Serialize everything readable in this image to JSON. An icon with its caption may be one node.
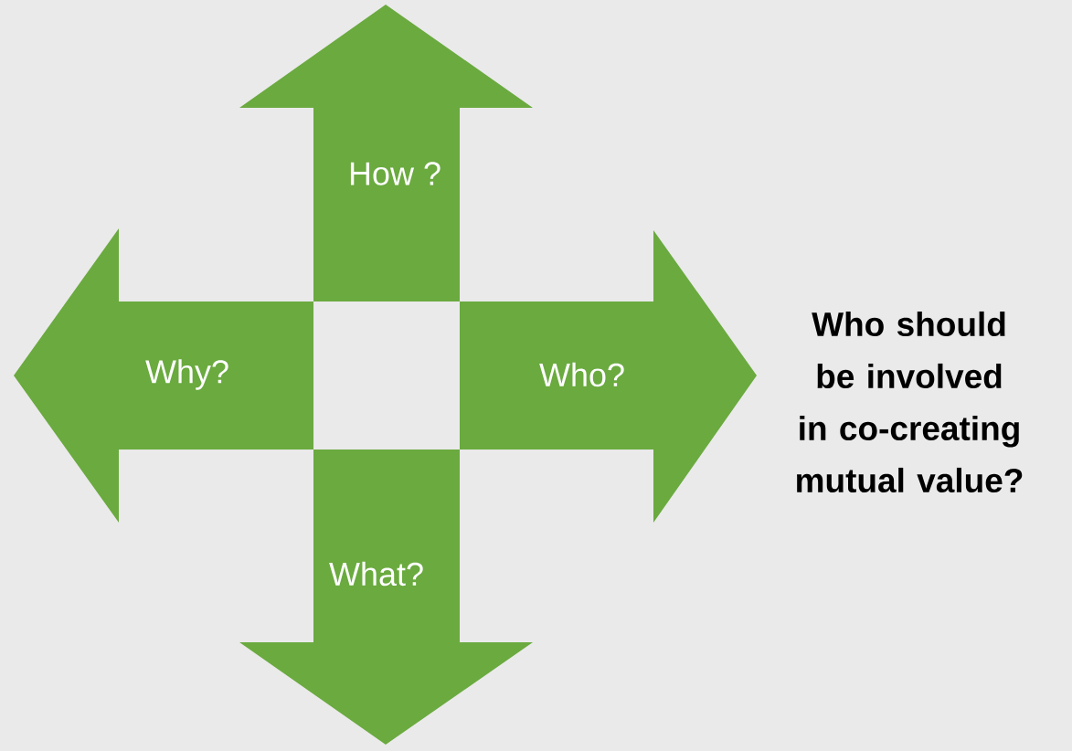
{
  "diagram": {
    "nodes": [
      {
        "text": [
          "How ?"
        ]
      },
      {
        "text": [
          "Why?"
        ]
      },
      {
        "text": [
          "Who?"
        ]
      },
      {
        "text": [
          "What?"
        ]
      }
    ],
    "labels": [
      "Who should be involved in co-creating mutual value?"
    ]
  }
}
